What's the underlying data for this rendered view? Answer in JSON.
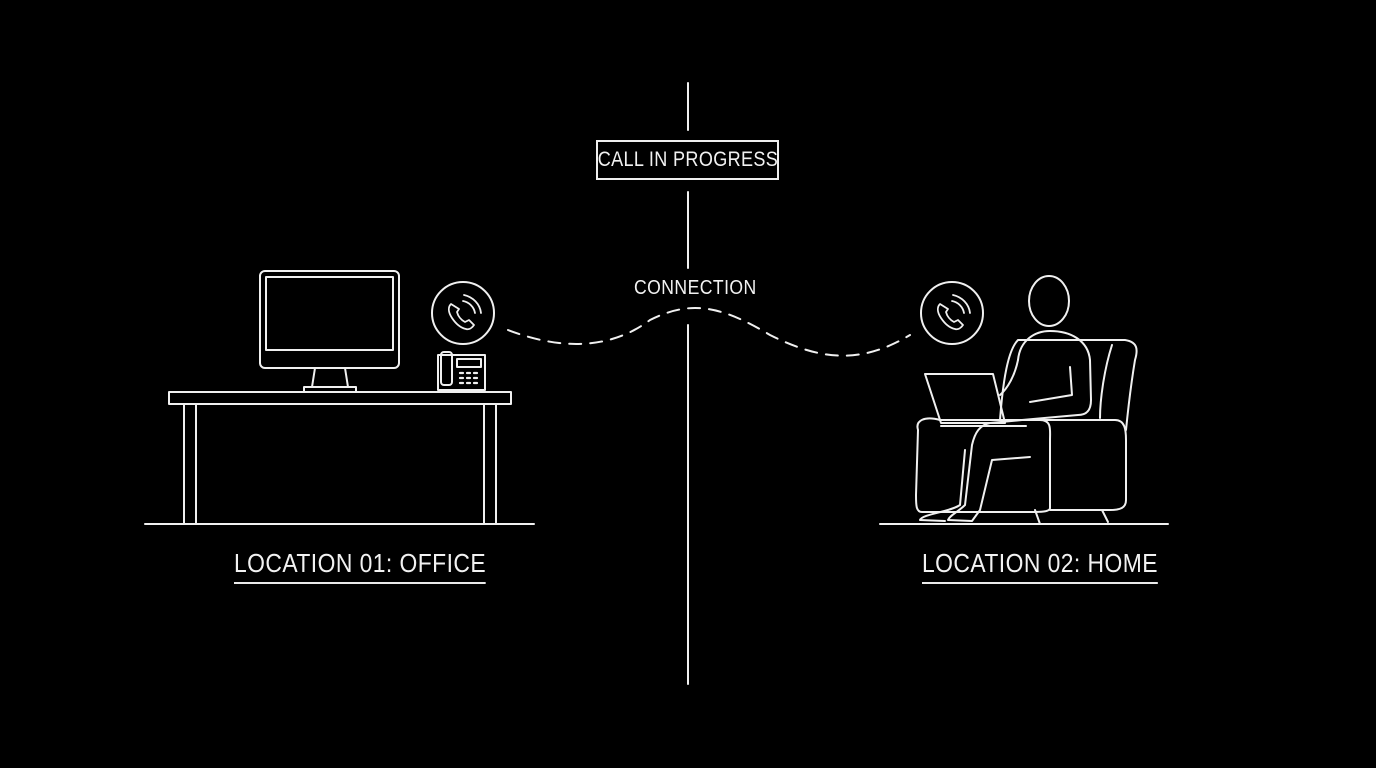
{
  "diagram": {
    "status_label": "CALL IN PROGRESS",
    "connection_label": "CONNECTION",
    "locations": [
      {
        "id": "office",
        "label": "LOCATION 01: OFFICE",
        "icon": "phone-icon",
        "scene": [
          "monitor",
          "desk",
          "desk-phone"
        ]
      },
      {
        "id": "home",
        "label": "LOCATION 02: HOME",
        "icon": "phone-icon",
        "scene": [
          "person",
          "armchair",
          "laptop"
        ]
      }
    ],
    "colors": {
      "background": "#000000",
      "stroke": "#f0f0f0"
    }
  }
}
